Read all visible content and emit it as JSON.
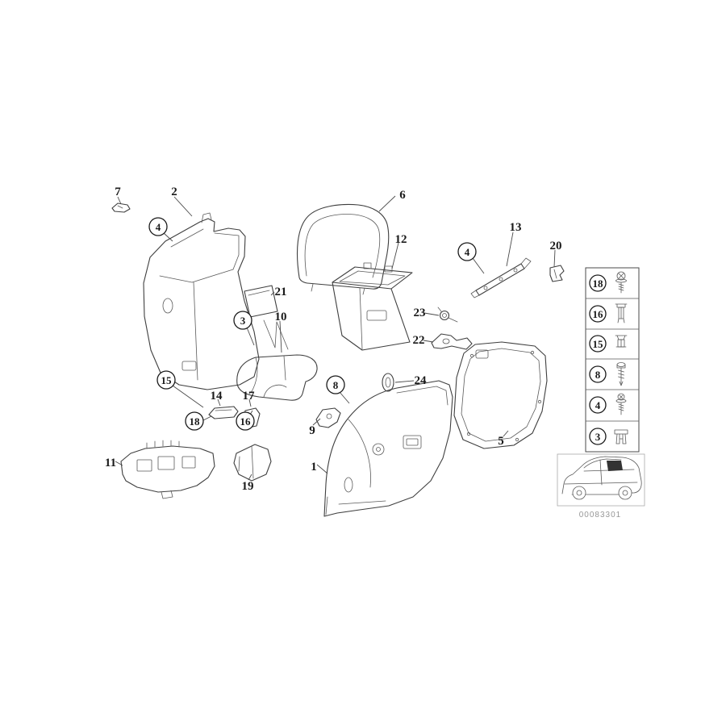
{
  "diagram": {
    "id": "00083301"
  },
  "colors": {
    "line": "#3f3f3f",
    "callout_text": "#1a1a1a",
    "id_text": "#979797",
    "highlight_fill": "#333333"
  },
  "callouts": {
    "plain": [
      {
        "label": "7"
      },
      {
        "label": "2"
      },
      {
        "label": "6"
      },
      {
        "label": "12"
      },
      {
        "label": "13"
      },
      {
        "label": "20"
      },
      {
        "label": "21"
      },
      {
        "label": "10"
      },
      {
        "label": "23"
      },
      {
        "label": "22"
      },
      {
        "label": "24"
      },
      {
        "label": "14"
      },
      {
        "label": "17"
      },
      {
        "label": "9"
      },
      {
        "label": "1"
      },
      {
        "label": "5"
      },
      {
        "label": "11"
      },
      {
        "label": "19"
      }
    ],
    "circled": [
      {
        "label": "4"
      },
      {
        "label": "3"
      },
      {
        "label": "15"
      },
      {
        "label": "18"
      },
      {
        "label": "16"
      },
      {
        "label": "8"
      },
      {
        "label": "4"
      }
    ]
  },
  "legend": {
    "items": [
      {
        "label": "18",
        "icon": "screw-with-washer-icon"
      },
      {
        "label": "16",
        "icon": "expansion-rivet-icon"
      },
      {
        "label": "15",
        "icon": "grommet-icon"
      },
      {
        "label": "8",
        "icon": "tapping-screw-icon"
      },
      {
        "label": "4",
        "icon": "screw-washer-assembly-icon"
      },
      {
        "label": "3",
        "icon": "expanding-nut-icon"
      }
    ]
  },
  "thumbnail": {
    "icon": "car-rear-quarter-location-icon"
  }
}
